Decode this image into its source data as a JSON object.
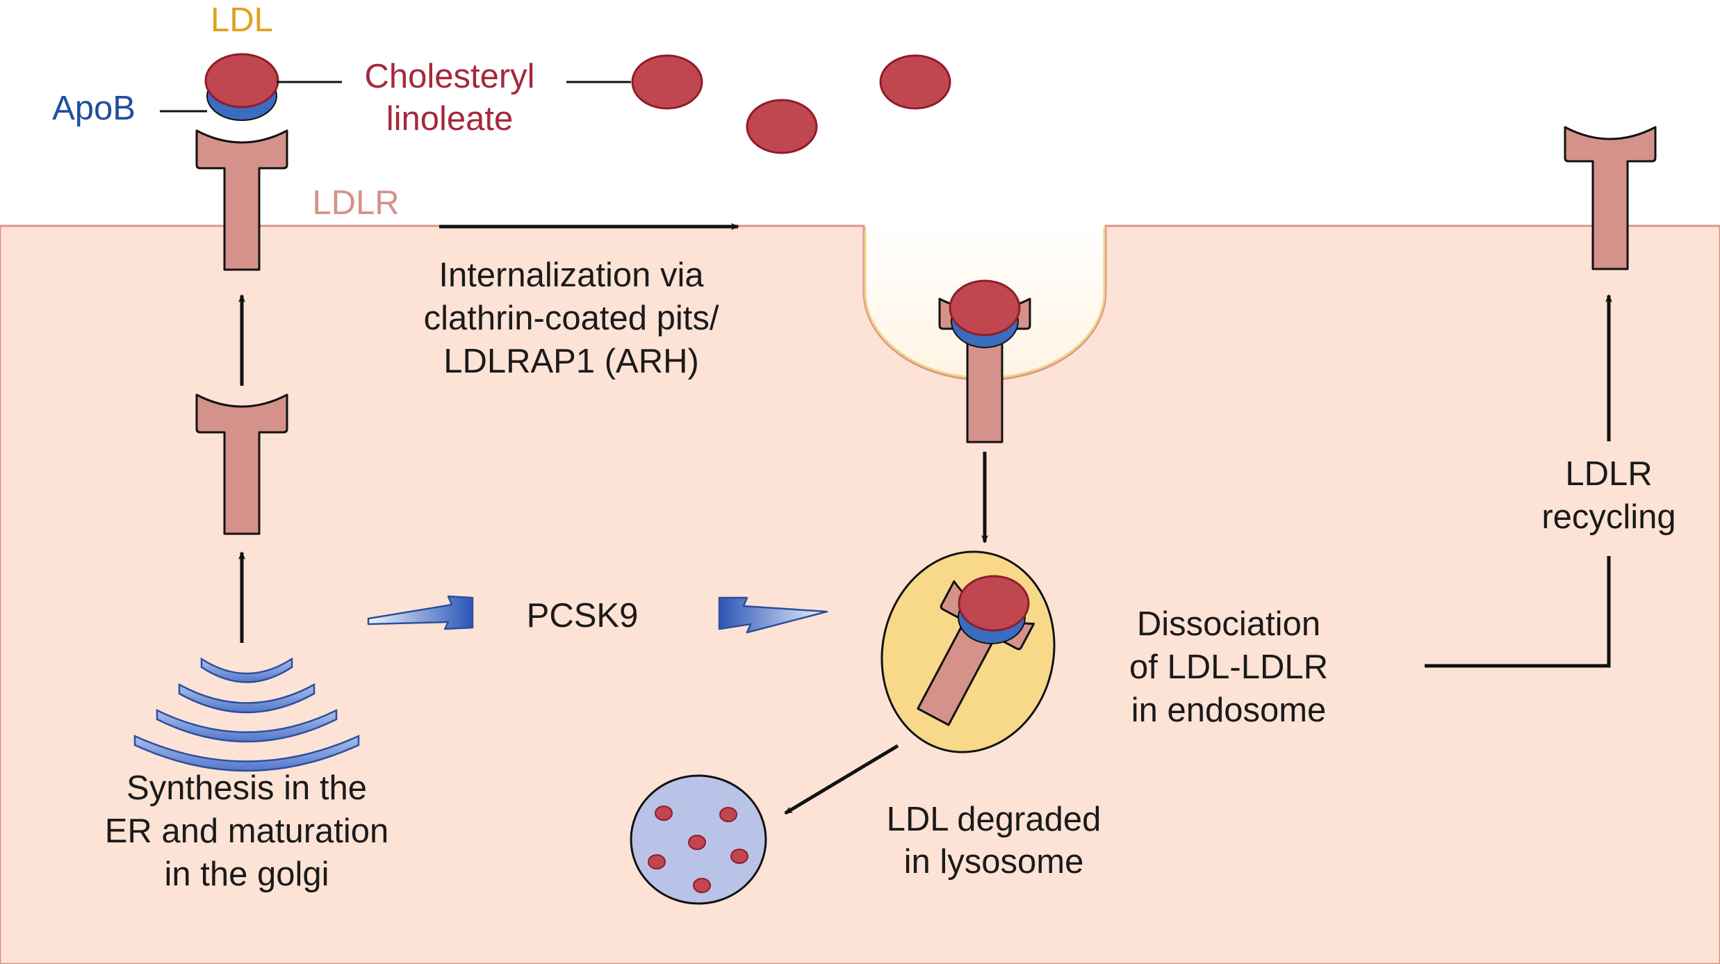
{
  "labels": {
    "ldl": "LDL",
    "apob": "ApoB",
    "cholesteryl_line1": "Cholesteryl",
    "cholesteryl_line2": "linoleate",
    "ldlr": "LDLR",
    "internalization_line1": "Internalization via",
    "internalization_line2": "clathrin-coated pits/",
    "internalization_line3": "LDLRAP1 (ARH)",
    "pcsk9": "PCSK9",
    "synthesis_line1": "Synthesis in the",
    "synthesis_line2": "ER and maturation",
    "synthesis_line3": "in the golgi",
    "degraded_line1": "LDL degraded",
    "degraded_line2": "in lysosome",
    "dissociation_line1": "Dissociation",
    "dissociation_line2": "of LDL-LDLR",
    "dissociation_line3": "in endosome",
    "recycling_line1": "LDLR",
    "recycling_line2": "recycling"
  },
  "colors": {
    "cell": "#fde3d6",
    "cell_border": "#d9968a",
    "receptor": "#d4928a",
    "ldl": "#c0474f",
    "apob": "#3a6cc0",
    "ldl_label": "#e0a11b",
    "apob_label": "#1f4e9e",
    "cholesteryl_label": "#a5283a",
    "ldlr_label": "#d4928a",
    "endosome": "#f8d98a",
    "lysosome": "#b9c3e8",
    "pit": "#fff7ea",
    "golgi": "#7f9ee0"
  }
}
